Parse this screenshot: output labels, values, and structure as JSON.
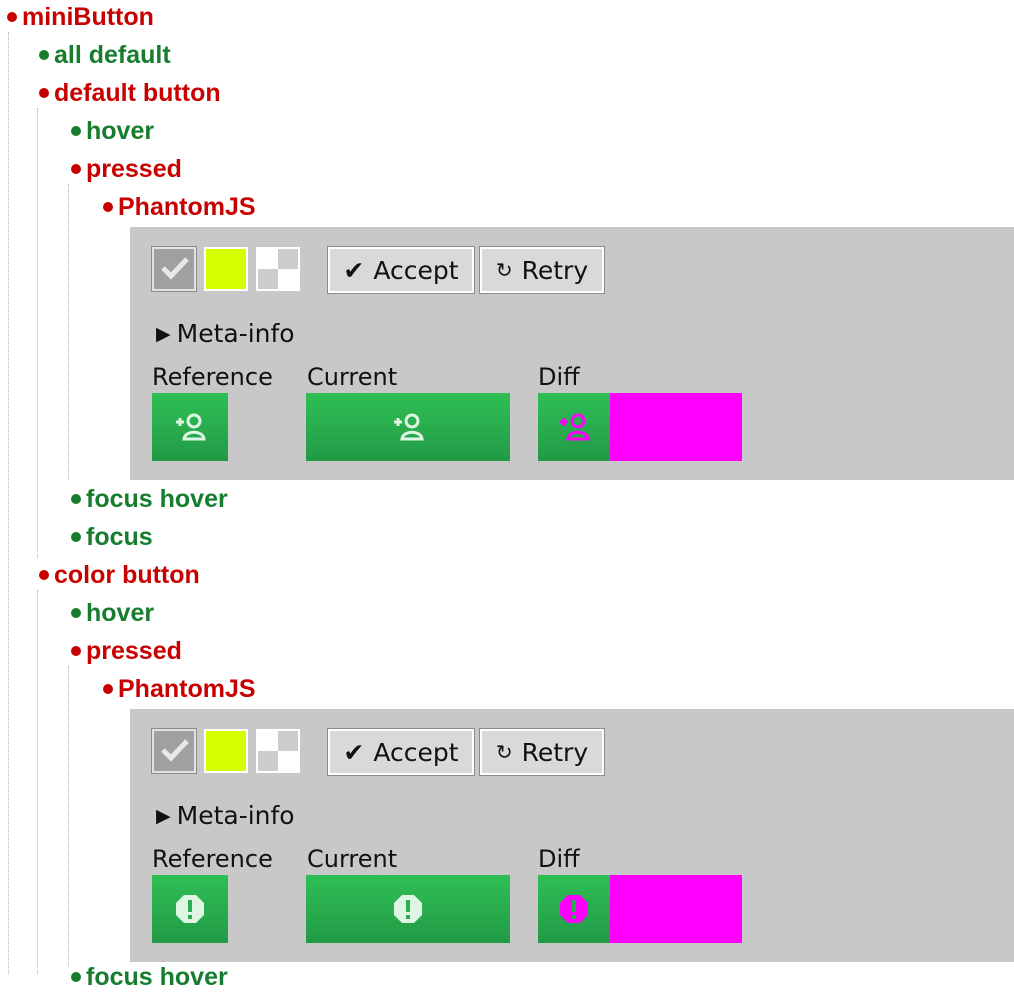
{
  "tree": {
    "root": "miniButton",
    "all_default": "all default",
    "default_button": "default button",
    "default_hover": "hover",
    "default_pressed": "pressed",
    "default_browser": "PhantomJS",
    "focus_hover": "focus hover",
    "focus": "focus",
    "color_button": "color button",
    "color_hover": "hover",
    "color_pressed": "pressed",
    "color_browser": "PhantomJS",
    "next_item_partial": "focus hover"
  },
  "panels": [
    {
      "accept_label": "Accept",
      "retry_label": "Retry",
      "meta_label": "Meta-info",
      "reference_label": "Reference",
      "current_label": "Current",
      "diff_label": "Diff",
      "image_icon": "add-user-icon"
    },
    {
      "accept_label": "Accept",
      "retry_label": "Retry",
      "meta_label": "Meta-info",
      "reference_label": "Reference",
      "current_label": "Current",
      "diff_label": "Diff",
      "image_icon": "alert-icon"
    }
  ],
  "colors": {
    "fail": "#c80000",
    "ok": "#167d2e",
    "panel_bg": "#c8c8c8",
    "yellow_swatch": "#d4ff00",
    "button_green": "#2fbf55",
    "diff_magenta": "#ff00ff"
  }
}
